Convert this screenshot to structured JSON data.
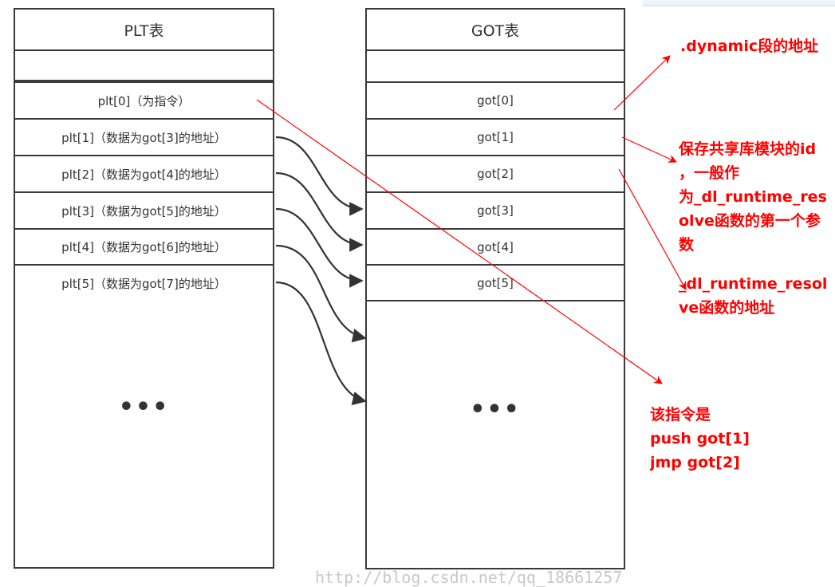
{
  "plt_table": {
    "title": "PLT表",
    "rows": [
      "plt[0]（为指令）",
      "plt[1]（数据为got[3]的地址）",
      "plt[2]（数据为got[4]的地址）",
      "plt[3]（数据为got[5]的地址）",
      "plt[4]（数据为got[6]的地址）",
      "plt[5]（数据为got[7]的地址）"
    ],
    "ellipsis": "•••"
  },
  "got_table": {
    "title": "GOT表",
    "rows": [
      "got[0]",
      "got[1]",
      "got[2]",
      "got[3]",
      "got[4]",
      "got[5]"
    ],
    "ellipsis": "•••"
  },
  "annotations": {
    "dynamic": ".dynamic段的地址",
    "module_id": "保存共享库模块的id\n，一般作\n为_dl_runtime_res\nolve函数的第一个参\n数",
    "resolve_addr": "_dl_runtime_resol\nve函数的地址",
    "instruction": "该指令是\npush got[1]\njmp got[2]"
  },
  "watermark": "http://blog.csdn.net/qq_18661257",
  "colors": {
    "annotation": "#ff0000",
    "border": "#3a3a3a",
    "arrow": "#333333"
  }
}
